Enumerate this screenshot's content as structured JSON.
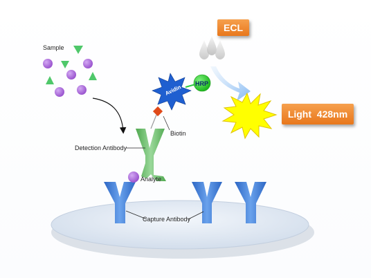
{
  "labels": {
    "sample": "Sample",
    "avidin": "Avidin",
    "hrp": "HRP",
    "biotin": "Biotin",
    "detection_antibody": "Detection Antibody",
    "analyte": "Analyte",
    "capture_antibody": "Capture Antibody",
    "ecl": "ECL",
    "light": "Light  428nm"
  },
  "colors": {
    "analyte_purple": "#a86ad6",
    "sample_triangle_green": "#4fc86a",
    "capture_antibody_blue": "#3d7fd6",
    "detection_antibody_green": "#6cbf6c",
    "avidin_blue": "#1f5fd0",
    "hrp_green": "#2ecc40",
    "biotin_red": "#e04a1a",
    "light_burst_yellow": "#ffff00",
    "callout_orange": "#f08a2e",
    "plate": "#dde6f2"
  }
}
